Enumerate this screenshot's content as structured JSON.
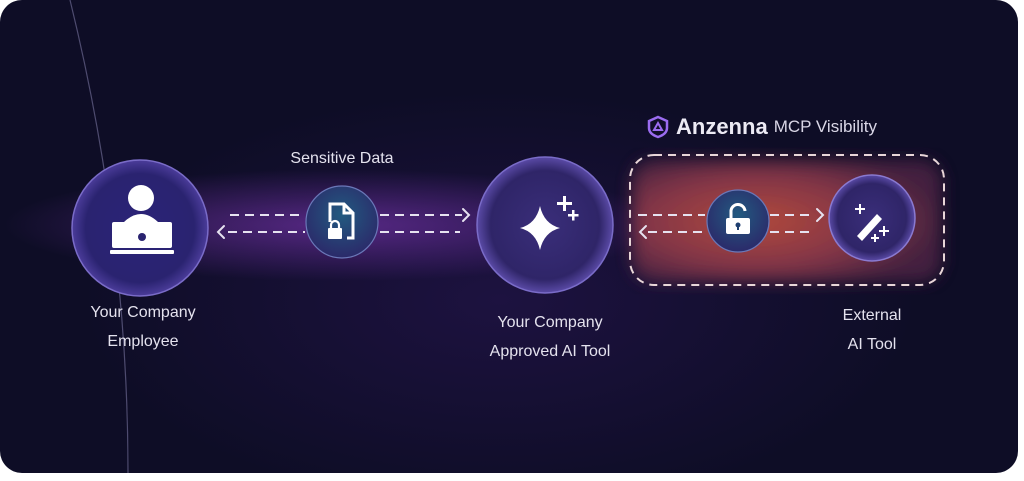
{
  "title": {
    "brand": "Anzenna",
    "subtitle": "MCP Visibility"
  },
  "nodes": {
    "employee": {
      "line1": "Your Company",
      "line2": "Employee",
      "icon": "person-laptop-icon"
    },
    "data": {
      "label": "Sensitive Data",
      "icon": "locked-document-icon"
    },
    "approved": {
      "line1": "Your Company",
      "line2": "Approved AI Tool",
      "icon": "sparkle-icon"
    },
    "lock": {
      "icon": "unlocked-padlock-icon"
    },
    "external": {
      "line1": "External",
      "line2": "AI Tool",
      "icon": "magic-wand-icon"
    }
  },
  "colors": {
    "background": "#0d0f24",
    "node": "#2a2270",
    "accent": "#8b5cf6",
    "highlight": "#c2503f"
  }
}
